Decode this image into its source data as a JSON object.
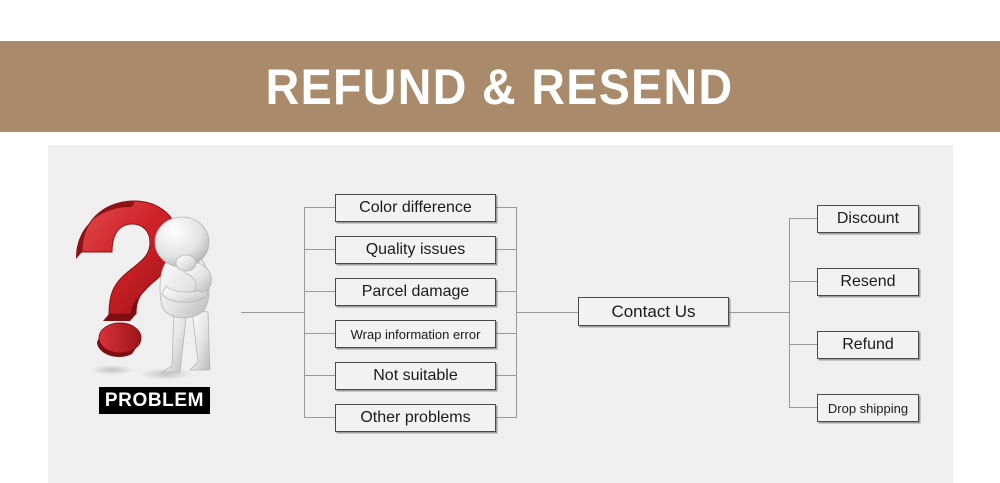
{
  "banner": {
    "title": "REFUND & RESEND",
    "background_color": "#a98b6b",
    "text_color": "#ffffff"
  },
  "panel": {
    "background_color": "#efefef"
  },
  "problem": {
    "label": "PROBLEM",
    "icon": "question-mark-thinking-person",
    "accent_color": "#c1272d",
    "label_bg": "#000000",
    "label_color": "#ffffff"
  },
  "diagram": {
    "type": "flowchart",
    "line_color": "#9a9a9a",
    "box_border_color": "#4a4a4a",
    "box_fill_color": "#f2f2f2",
    "problem_items": [
      {
        "label": "Color difference"
      },
      {
        "label": "Quality issues"
      },
      {
        "label": "Parcel damage"
      },
      {
        "label": "Wrap information error"
      },
      {
        "label": "Not suitable"
      },
      {
        "label": "Other problems"
      }
    ],
    "hub": {
      "label": "Contact Us"
    },
    "solution_items": [
      {
        "label": "Discount"
      },
      {
        "label": "Resend"
      },
      {
        "label": "Refund"
      },
      {
        "label": "Drop shipping"
      }
    ]
  }
}
